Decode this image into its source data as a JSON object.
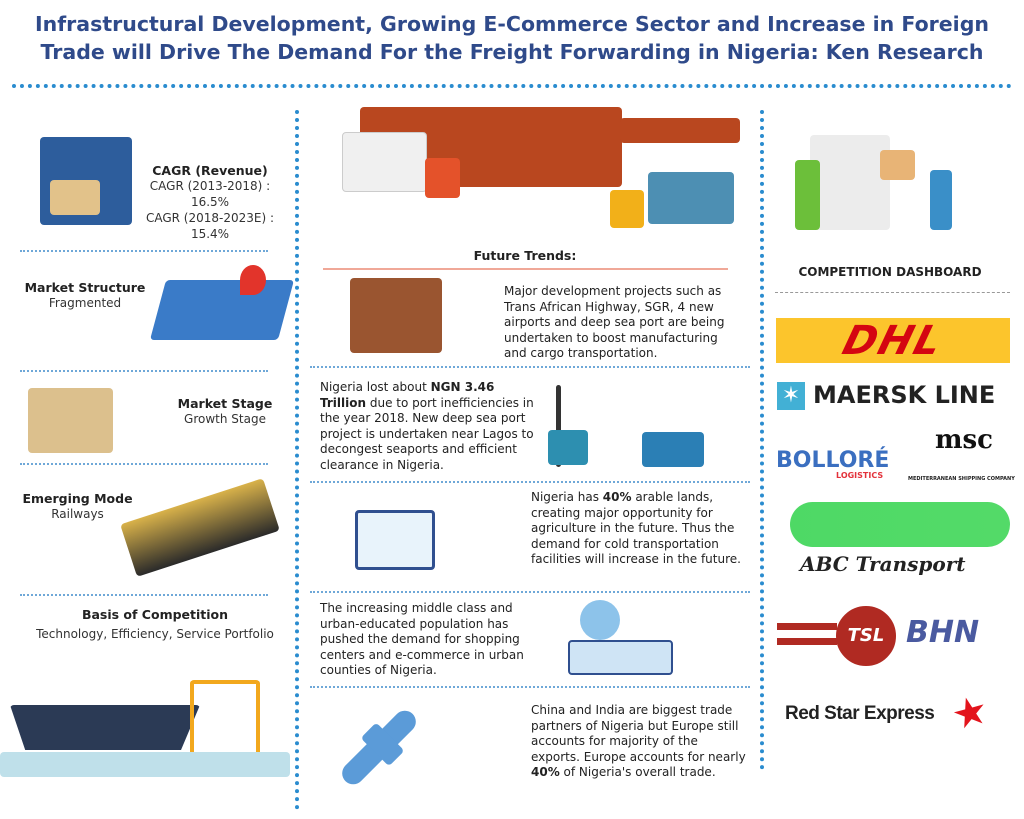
{
  "title": {
    "line1": "Infrastructural Development, Growing E-Commerce Sector and Increase in Foreign",
    "line2": "Trade will Drive The Demand For the Freight Forwarding in Nigeria: Ken Research"
  },
  "left": {
    "cagr": {
      "label": "CAGR (Revenue)",
      "line1": "CAGR (2013-2018) : 16.5%",
      "line2": "CAGR (2018-2023E) :",
      "line3": "15.4%"
    },
    "structure": {
      "label": "Market Structure",
      "value": "Fragmented"
    },
    "stage": {
      "label": "Market Stage",
      "value": "Growth Stage"
    },
    "mode": {
      "label": "Emerging Mode",
      "value": "Railways"
    },
    "competition": {
      "label": "Basis of Competition",
      "value": "Technology, Efficiency, Service Portfolio"
    }
  },
  "center": {
    "heading": "Future Trends:",
    "trend1": "Major development projects such as Trans African Highway, SGR, 4 new airports and deep sea port are being undertaken to boost manufacturing and cargo transportation.",
    "trend2": {
      "pre": "Nigeria lost about ",
      "bold": "NGN 3.46 Trillion",
      "post": " due to port inefficiencies in the year 2018. New deep sea port project is undertaken near Lagos to decongest seaports and efficient clearance in Nigeria."
    },
    "trend3": {
      "pre": "Nigeria has ",
      "bold": "40%",
      "post": " arable lands, creating major opportunity for agriculture in the future. Thus the demand for cold transportation facilities will increase in the future."
    },
    "trend4": "The increasing middle class and urban-educated population has pushed the demand for shopping centers and e-commerce in urban counties of Nigeria.",
    "trend5": {
      "pre": "China and India are biggest trade partners of Nigeria but Europe still accounts for majority of the exports. Europe accounts for nearly ",
      "bold": "40%",
      "post": " of Nigeria's overall trade."
    }
  },
  "right": {
    "heading": "COMPETITION DASHBOARD",
    "logos": {
      "dhl": "DHL",
      "maersk": "MAERSK LINE",
      "bollore": "BOLLORÉ",
      "bollore_sub": "LOGISTICS",
      "msc": "msc",
      "msc_sub": "MEDITERRANEAN SHIPPING COMPANY",
      "abc": "ABC Transport",
      "tsl": "TSL",
      "bhn": "BHN",
      "redstar": "Red Star Express"
    }
  },
  "colors": {
    "title": "#2f4a8a",
    "dots": "#2a8ccf",
    "dhl_yellow": "#fcc52c",
    "dhl_red": "#d40511"
  }
}
